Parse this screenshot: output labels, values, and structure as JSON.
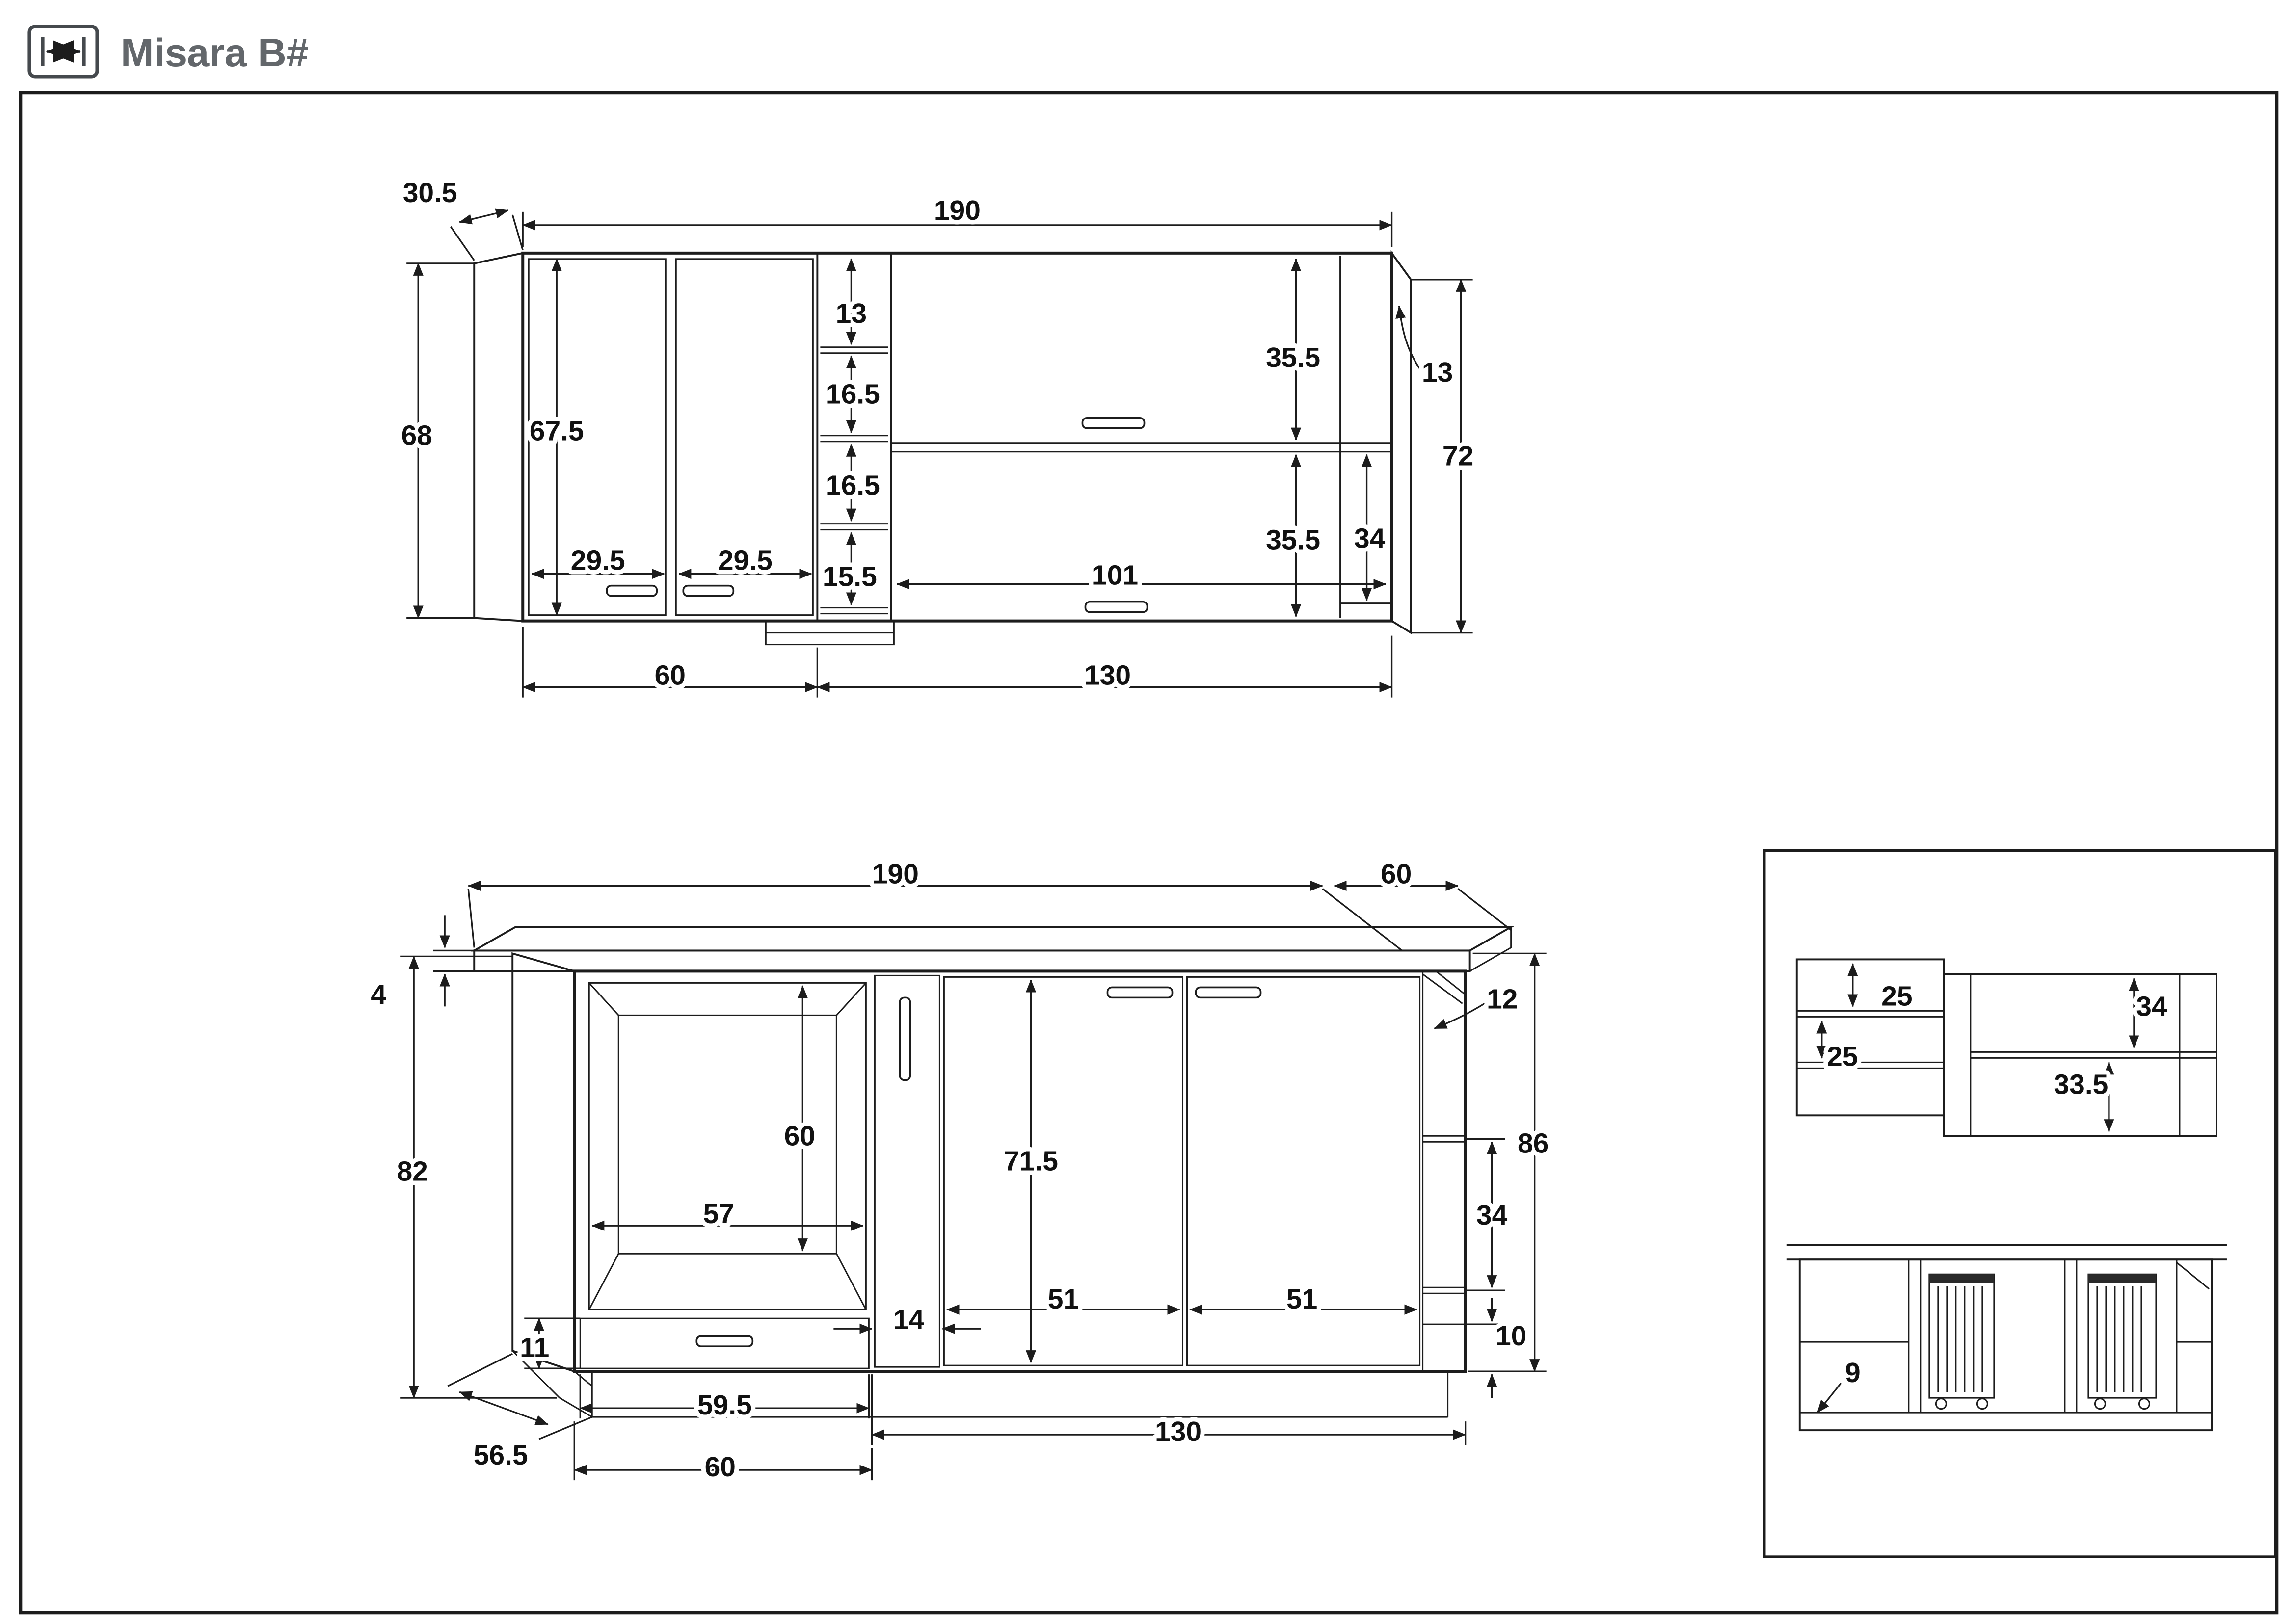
{
  "header": {
    "title": "Misara B#",
    "icon": "horizontal-dimension-icon"
  },
  "colors": {
    "line": "#1c1c1c",
    "title_text": "#63676b",
    "background": "#ffffff"
  },
  "wall_unit": {
    "dims": {
      "side_depth": "30.5",
      "total_width": "190",
      "shelf_gap_top": "13",
      "left_height": "68",
      "door_inner_height": "67.5",
      "shelf_gap_2": "16.5",
      "shelf_gap_3": "16.5",
      "shelf_gap_4": "15.5",
      "left_door_width": "29.5",
      "right_door_width": "29.5",
      "flap_width": "101",
      "flap_upper_height": "35.5",
      "flap_lower_height": "35.5",
      "right_shelf_height": "34",
      "right_side_depth": "13",
      "right_total_height": "72",
      "bottom_left_width": "60",
      "bottom_right_width": "130"
    }
  },
  "base_unit": {
    "dims": {
      "total_width": "190",
      "counter_depth": "60",
      "counter_thickness": "4",
      "body_height": "82",
      "right_top_gap": "12",
      "opening_height": "60",
      "opening_width": "57",
      "door_height": "71.5",
      "drawer_height": "11",
      "mid_door_width": "14",
      "door1_width": "51",
      "door2_width": "51",
      "right_shelf_height": "34",
      "right_total_height": "86",
      "plinth_height": "10",
      "drawer_width": "59.5",
      "side_depth": "56.5",
      "bottom_right_width": "130",
      "bottom_left_width": "60"
    }
  },
  "detail_panel": {
    "wall_front": {
      "shelf_gap_1": "25",
      "shelf_gap_2": "25",
      "right_top_height": "34",
      "right_bottom_height": "33.5"
    },
    "base_front": {
      "side_gap": "9"
    }
  }
}
